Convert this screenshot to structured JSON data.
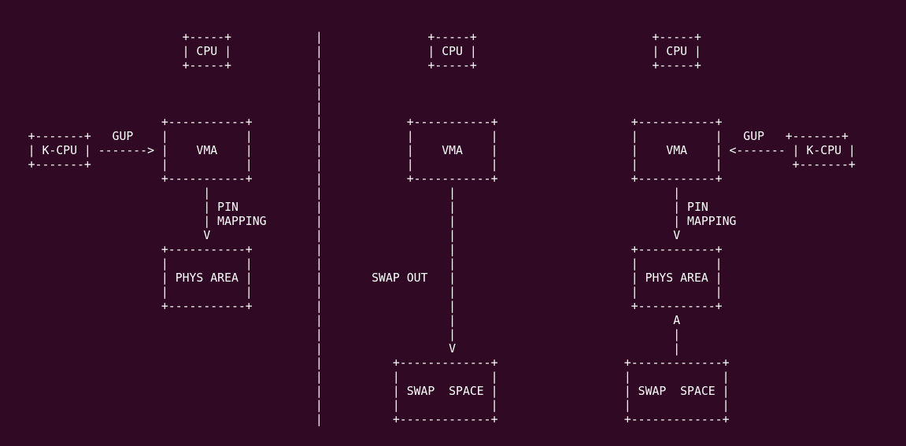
{
  "background_color": "#300a24",
  "text_color": "#ffffff",
  "lines": [
    "                          +-----+            |               +-----+                         +-----+",
    "                          | CPU |            |               | CPU |                         | CPU |",
    "                          +-----+            |               +-----+                         +-----+",
    "                                             |",
    "                                             |",
    "                                             |",
    "                       +-----------+         |            +-----------+                   +-----------+",
    "    +-------+   GUP    |           |         |            |           |                   |           |   GUP   +-------+",
    "    | K-CPU | -------> |    VMA    |         |            |    VMA    |                   |    VMA    | <------- | K-CPU |",
    "    +-------+          |           |         |            |           |                   |           |          +-------+",
    "                       +-----------+         |            +-----------+                   +-----------+",
    "                             |               |                  |                               |",
    "                             | PIN           |                  |                               | PIN",
    "                             | MAPPING       |                  |                               | MAPPING",
    "                             V               |                  |                               V",
    "                       +-----------+         |                  |                         +-----------+",
    "                       |           |         |                  |                         |           |",
    "                       | PHYS AREA |         |       SWAP OUT   |                         | PHYS AREA |",
    "                       |           |         |                  |                         |           |",
    "                       +-----------+         |                  |                         +-----------+",
    "                                             |                  |                               A",
    "                                             |                  |                               |",
    "                                             |                  V                               |",
    "                                             |          +-------------+                  +-------------+",
    "                                             |          |             |                  |             |",
    "                                             |          | SWAP  SPACE |                  | SWAP  SPACE |",
    "                                             |          |             |                  |             |",
    "                                             |          +-------------+                  +-------------+"
  ]
}
